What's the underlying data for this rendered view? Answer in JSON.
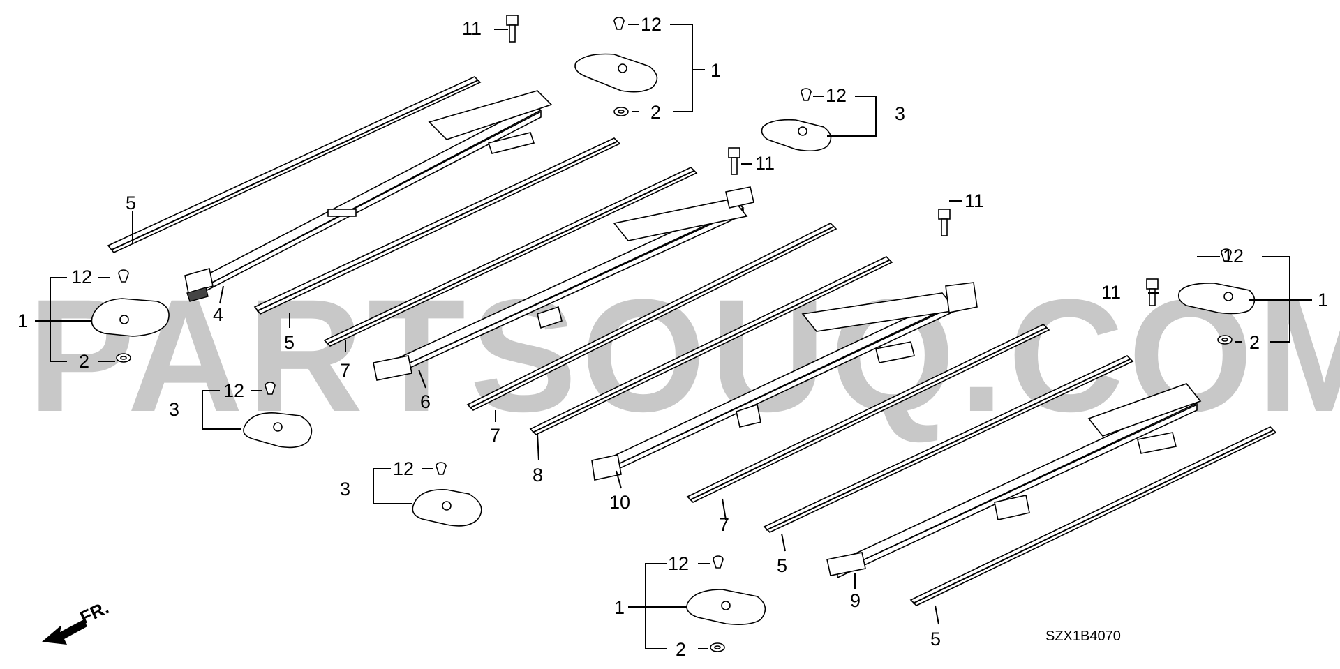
{
  "watermark": "PARTSOUQ.COM",
  "diagram_code": "SZX1B4070",
  "direction_label": "FR.",
  "callouts": {
    "c1": "11",
    "c2": "12",
    "c3": "1",
    "c4": "2",
    "c5": "12",
    "c6": "3",
    "c7": "11",
    "c8": "5",
    "c9": "4",
    "c10": "5",
    "c11": "7",
    "c12": "11",
    "c13": "12",
    "c14": "1",
    "c15": "2",
    "c16": "3",
    "c17": "12",
    "c18": "6",
    "c19": "7",
    "c20": "8",
    "c21": "3",
    "c22": "12",
    "c23": "10",
    "c24": "7",
    "c25": "12",
    "c26": "11",
    "c27": "1",
    "c28": "2",
    "c29": "5",
    "c30": "9",
    "c31": "1",
    "c32": "12",
    "c33": "2",
    "c34": "5"
  }
}
